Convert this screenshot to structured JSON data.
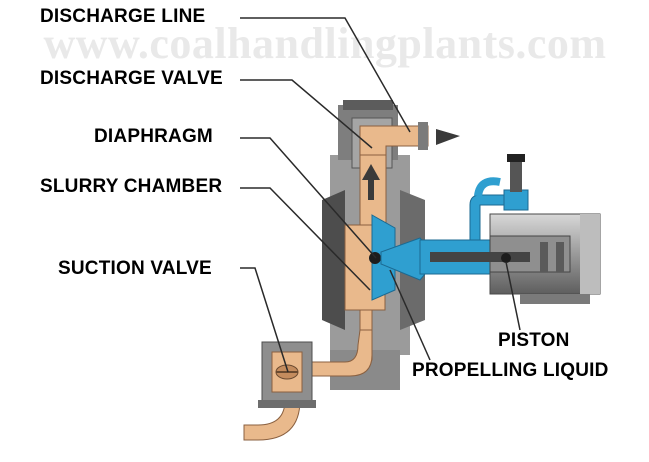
{
  "watermark": "www.coalhandlingplants.com",
  "labels": {
    "discharge_line": "DISCHARGE LINE",
    "discharge_valve": "DISCHARGE VALVE",
    "diaphragm": "DIAPHRAGM",
    "slurry_chamber": "SLURRY CHAMBER",
    "suction_valve": "SUCTION VALVE",
    "piston": "PISTON",
    "propelling_liquid": "PROPELLING LIQUID"
  },
  "colors": {
    "slurry": "#e9b98c",
    "propelling_liquid": "#2f9fd0",
    "casing_dark": "#4a4a4a",
    "casing_mid": "#8c8c8c",
    "casing_light": "#cfcfcf",
    "arrow": "#3a3a3a"
  },
  "icons": {
    "flow_arrow_right": "arrow-right-icon",
    "flow_arrow_up": "arrow-up-icon"
  }
}
